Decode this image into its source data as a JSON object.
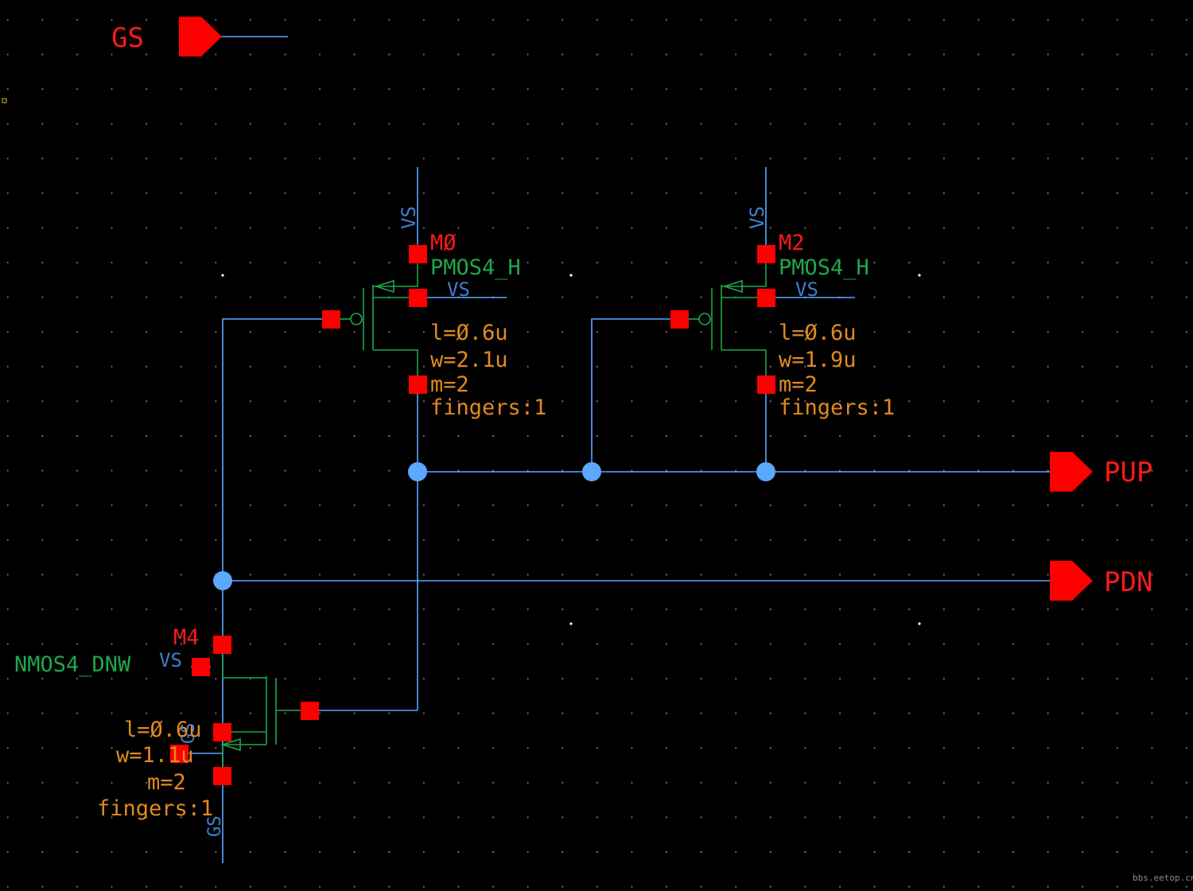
{
  "colors": {
    "background": "#000000",
    "wire": "#5aa8ff",
    "device": "#1fa84a",
    "pin": "#ff0000",
    "instance_label": "#ff1a1a",
    "cell_label": "#1fa84a",
    "param_label": "#e08a1e",
    "net_label": "#3f7fd0",
    "watermark": "#8a8a8a"
  },
  "pins": {
    "gs": "GS",
    "pup": "PUP",
    "pdn": "PDN"
  },
  "transistors": {
    "m0": {
      "instance": "MØ",
      "cell": "PMOS4_H",
      "net_top": "VS",
      "net_bulk": "VS",
      "l": "l=Ø.6u",
      "w": "w=2.1u",
      "m": "m=2",
      "fingers": "fingers:1"
    },
    "m2": {
      "instance": "M2",
      "cell": "PMOS4_H",
      "net_top": "VS",
      "net_bulk": "VS",
      "l": "l=Ø.6u",
      "w": "w=1.9u",
      "m": "m=2",
      "fingers": "fingers:1"
    },
    "m4": {
      "instance": "M4",
      "cell": "NMOS4_DNW",
      "net_dnw": "VS",
      "net_bulk": "GS",
      "net_bottom": "GS",
      "l": "l=Ø.6u",
      "w": "w=1.1u",
      "m": "m=2",
      "fingers": "fingers:1"
    }
  },
  "watermark": "bbs.eetop.cn"
}
